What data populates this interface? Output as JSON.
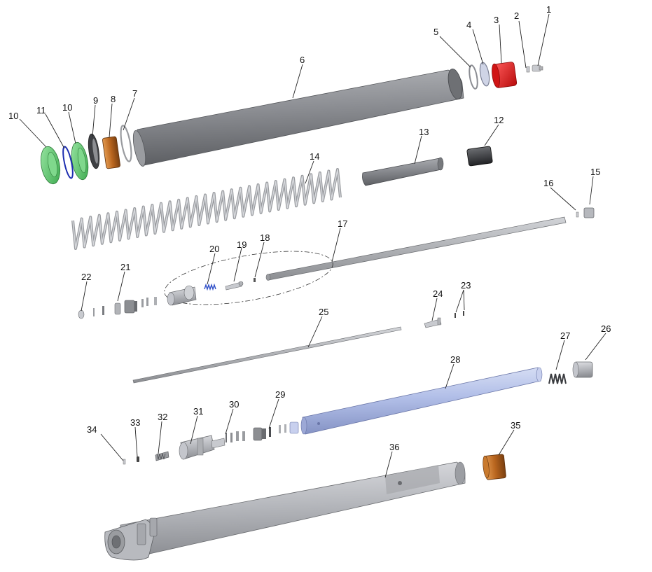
{
  "callouts": [
    {
      "id": "1",
      "label": "1"
    },
    {
      "id": "2",
      "label": "2"
    },
    {
      "id": "3",
      "label": "3"
    },
    {
      "id": "4",
      "label": "4"
    },
    {
      "id": "5",
      "label": "5"
    },
    {
      "id": "6",
      "label": "6"
    },
    {
      "id": "7",
      "label": "7"
    },
    {
      "id": "8",
      "label": "8"
    },
    {
      "id": "9",
      "label": "9"
    },
    {
      "id": "10a",
      "label": "10"
    },
    {
      "id": "10b",
      "label": "10"
    },
    {
      "id": "11",
      "label": "11"
    },
    {
      "id": "12",
      "label": "12"
    },
    {
      "id": "13",
      "label": "13"
    },
    {
      "id": "14",
      "label": "14"
    },
    {
      "id": "15",
      "label": "15"
    },
    {
      "id": "16",
      "label": "16"
    },
    {
      "id": "17",
      "label": "17"
    },
    {
      "id": "18",
      "label": "18"
    },
    {
      "id": "19",
      "label": "19"
    },
    {
      "id": "20",
      "label": "20"
    },
    {
      "id": "21",
      "label": "21"
    },
    {
      "id": "22",
      "label": "22"
    },
    {
      "id": "23",
      "label": "23"
    },
    {
      "id": "24",
      "label": "24"
    },
    {
      "id": "25",
      "label": "25"
    },
    {
      "id": "26",
      "label": "26"
    },
    {
      "id": "27",
      "label": "27"
    },
    {
      "id": "28",
      "label": "28"
    },
    {
      "id": "29",
      "label": "29"
    },
    {
      "id": "30",
      "label": "30"
    },
    {
      "id": "31",
      "label": "31"
    },
    {
      "id": "32",
      "label": "32"
    },
    {
      "id": "33",
      "label": "33"
    },
    {
      "id": "34",
      "label": "34"
    },
    {
      "id": "35",
      "label": "35"
    },
    {
      "id": "36",
      "label": "36"
    }
  ],
  "colors": {
    "outer_tube": "#8a8c90",
    "red_cap": "#e01818",
    "green_seal": "#58c868",
    "blue_ring": "#1e2fb0",
    "bronze_bushing": "#b8651e",
    "inner_tube": "#b0bde6",
    "silver": "#c4c6cc",
    "dark_part": "#3a3c40"
  }
}
